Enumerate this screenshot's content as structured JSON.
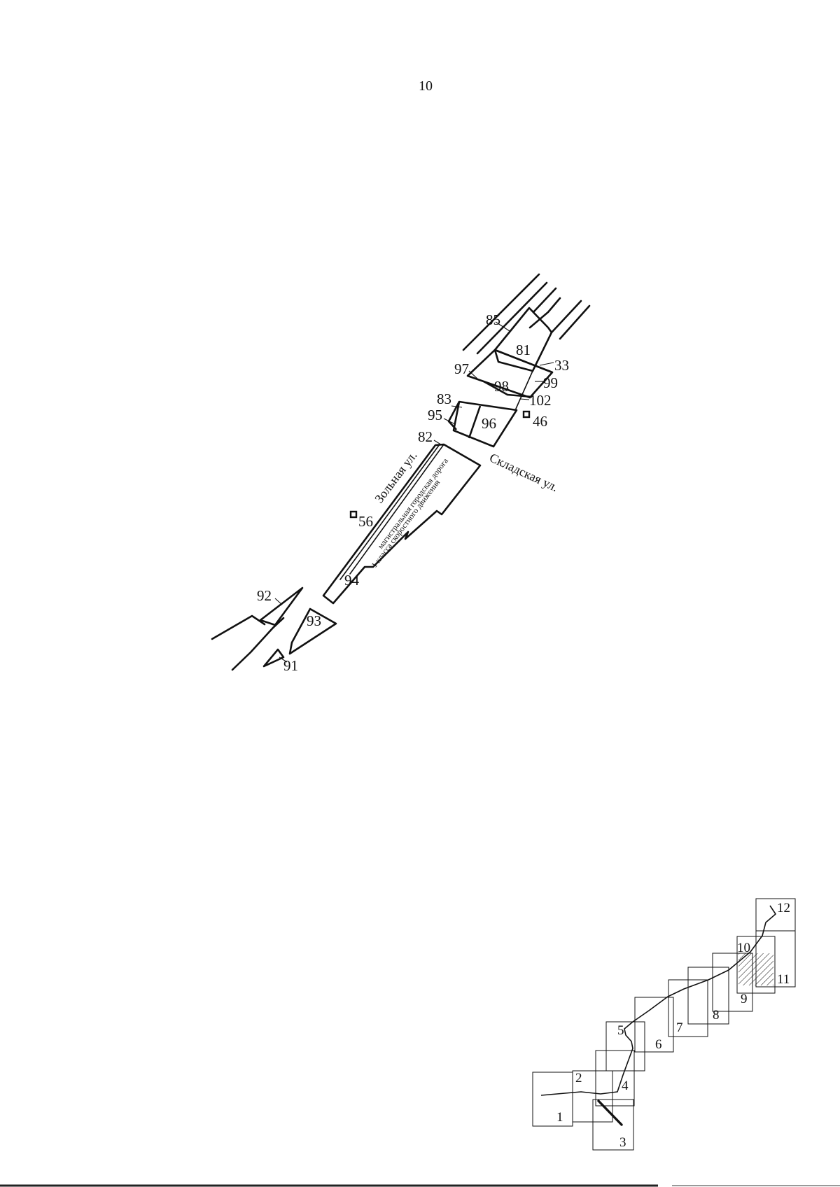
{
  "page": {
    "number": "10"
  },
  "map": {
    "parcels": [
      {
        "id": "85",
        "label": "85"
      },
      {
        "id": "81",
        "label": "81"
      },
      {
        "id": "33",
        "label": "33"
      },
      {
        "id": "97",
        "label": "97"
      },
      {
        "id": "98",
        "label": "98"
      },
      {
        "id": "99",
        "label": "99"
      },
      {
        "id": "102",
        "label": "102"
      },
      {
        "id": "83",
        "label": "83"
      },
      {
        "id": "95",
        "label": "95"
      },
      {
        "id": "96",
        "label": "96"
      },
      {
        "id": "46",
        "label": "46"
      },
      {
        "id": "82",
        "label": "82"
      },
      {
        "id": "56",
        "label": "56"
      },
      {
        "id": "94",
        "label": "94"
      },
      {
        "id": "92",
        "label": "92"
      },
      {
        "id": "93",
        "label": "93"
      },
      {
        "id": "91",
        "label": "91"
      }
    ],
    "streets": {
      "zolnaya": "Зольная ул.",
      "skladskaya": "Складская ул."
    },
    "road_annotation": {
      "line1": "магистральная городская дорога",
      "line2": "1 класса скоростного движения"
    }
  },
  "index_map": {
    "sheets": [
      "1",
      "2",
      "3",
      "4",
      "5",
      "6",
      "7",
      "8",
      "9",
      "10",
      "11",
      "12"
    ],
    "current_sheet": "10"
  }
}
